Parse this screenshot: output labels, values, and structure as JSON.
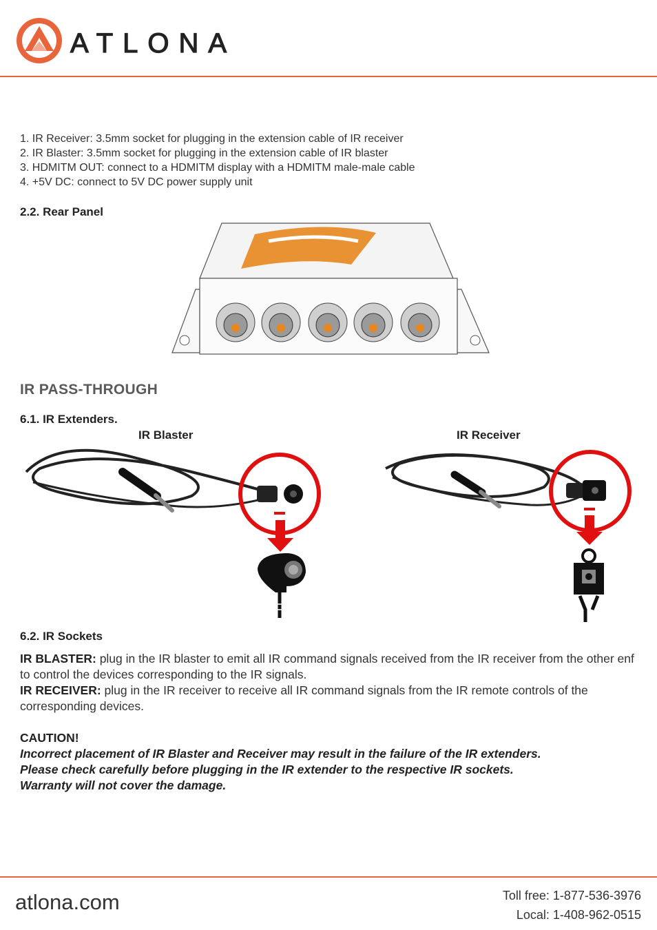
{
  "header": {
    "brand": "ATLONA",
    "colors": {
      "accent": "#e8643a",
      "brand_text": "#222222"
    }
  },
  "feature_list": [
    "1. IR Receiver: 3.5mm socket for plugging in the extension cable of IR receiver",
    "2. IR Blaster: 3.5mm socket for plugging in the extension cable of IR blaster",
    "3. HDMITM OUT: connect to a HDMITM display with a HDMITM male-male cable",
    "4. +5V DC: connect to 5V DC power supply unit"
  ],
  "rear_panel": {
    "heading": "2.2. Rear Panel"
  },
  "ir_pass_through": {
    "heading": "IR PASS-THROUGH",
    "extenders_heading": "6.1. IR Extenders.",
    "blaster_label": "IR Blaster",
    "receiver_label": "IR Receiver",
    "sockets_heading": "6.2. IR Sockets"
  },
  "sockets": {
    "blaster_label": "IR BLASTER:",
    "blaster_text": " plug in the IR blaster to emit all IR command signals received from the IR receiver from the other enf to control the devices corresponding to the IR signals.",
    "receiver_label": "IR RECEIVER:",
    "receiver_text": " plug in the IR receiver to receive all IR command signals from the IR remote controls of the corresponding devices."
  },
  "caution": {
    "title": "CAUTION!",
    "line1": "Incorrect placement of IR Blaster and Receiver may result in the failure of the IR extenders.",
    "line2": "Please check carefully before plugging in the IR extender to the respective IR sockets.",
    "line3": "Warranty will not cover the damage."
  },
  "footer": {
    "site": "atlona.com",
    "toll_free": "Toll free: 1-877-536-3976",
    "local": "Local: 1-408-962-0515"
  }
}
